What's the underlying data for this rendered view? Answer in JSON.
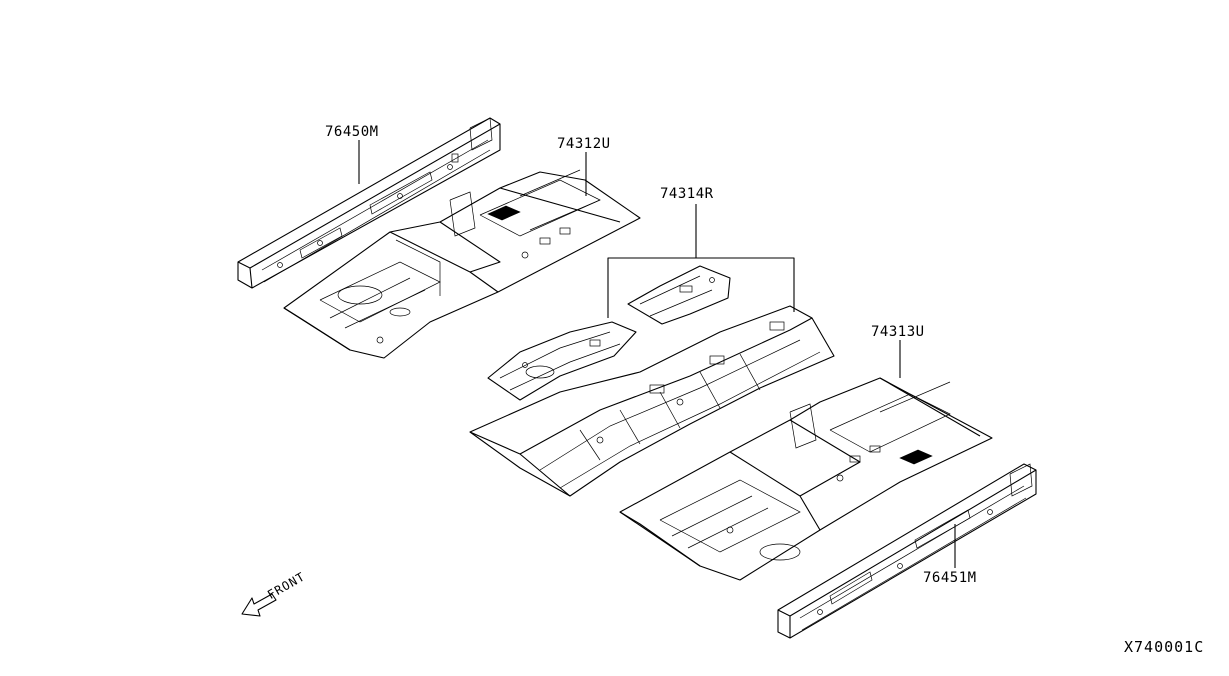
{
  "parts": [
    {
      "id": "left-sill-inner",
      "number": "76450M"
    },
    {
      "id": "front-floor-panel-left",
      "number": "74312U"
    },
    {
      "id": "floor-tunnel-reinforcements",
      "number": "74314R"
    },
    {
      "id": "front-floor-panel-right",
      "number": "74313U"
    },
    {
      "id": "right-sill-inner",
      "number": "76451M"
    }
  ],
  "orientation": {
    "front_label": "FRONT",
    "arrow_icon": "front-direction-arrow-icon"
  },
  "diagram_code": "X740001C"
}
